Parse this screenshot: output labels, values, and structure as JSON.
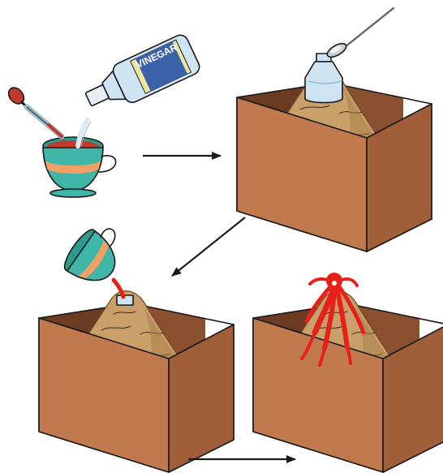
{
  "labels": {
    "bottle_label": "VINEGAR"
  },
  "colors": {
    "box_front": "#c07a4e",
    "box_side": "#a15f39",
    "box_inside": "#8a5030",
    "box_inside_dark": "#6b3c22",
    "sand": "#c9a06a",
    "sand_shadow": "#a98049",
    "cup": "#3fb6a8",
    "cup_band": "#f0a064",
    "lava": "#e8201a",
    "bottle": "#cfe4f2",
    "bottle_label": "#3b62a8",
    "bottle_label_band": "#e8e8a0",
    "arrow": "#1a1a1a"
  },
  "steps": [
    {
      "id": "step-1",
      "description_icon": "mix-vinegar-food-coloring-in-cup"
    },
    {
      "id": "step-2",
      "description_icon": "add-baking-soda-to-bottle-in-sand-volcano"
    },
    {
      "id": "step-3",
      "description_icon": "pour-red-vinegar-into-bottle"
    },
    {
      "id": "step-4",
      "description_icon": "volcano-eruption-red-foam"
    }
  ],
  "arrows": [
    {
      "from": "step-1",
      "to": "step-2",
      "direction": "right"
    },
    {
      "from": "step-2",
      "to": "step-3",
      "direction": "down-left"
    },
    {
      "from": "step-3",
      "to": "step-4",
      "direction": "right"
    }
  ]
}
